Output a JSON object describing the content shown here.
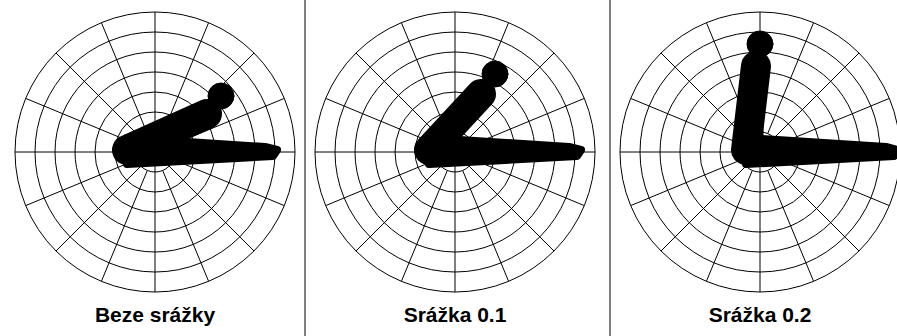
{
  "diagram": {
    "labels": [
      "Beze srážky",
      "Srážka 0.1",
      "Srážka 0.2"
    ]
  }
}
